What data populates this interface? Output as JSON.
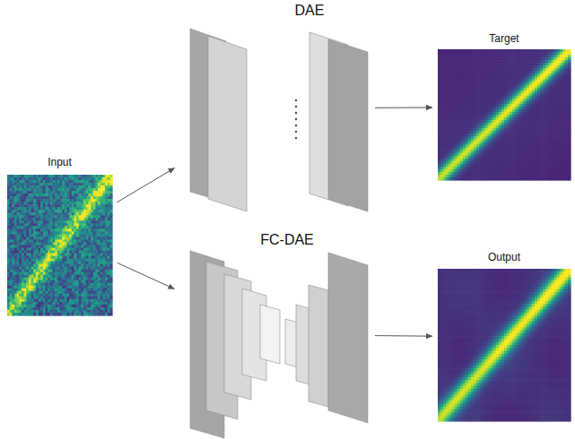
{
  "diagram": {
    "nodes": [
      {
        "text": [
          "Input"
        ]
      },
      {
        "text": [
          "DAE"
        ]
      },
      {
        "text": [
          "Target"
        ]
      },
      {
        "text": [
          "FC-DAE"
        ]
      },
      {
        "text": [
          "Output"
        ]
      }
    ],
    "edges": [
      {
        "from": 0,
        "to": 1,
        "arrow": "to"
      },
      {
        "from": 1,
        "to": 2,
        "arrow": "to"
      },
      {
        "from": 0,
        "to": 3,
        "arrow": "to"
      },
      {
        "from": 3,
        "to": 4,
        "arrow": "to"
      }
    ]
  }
}
